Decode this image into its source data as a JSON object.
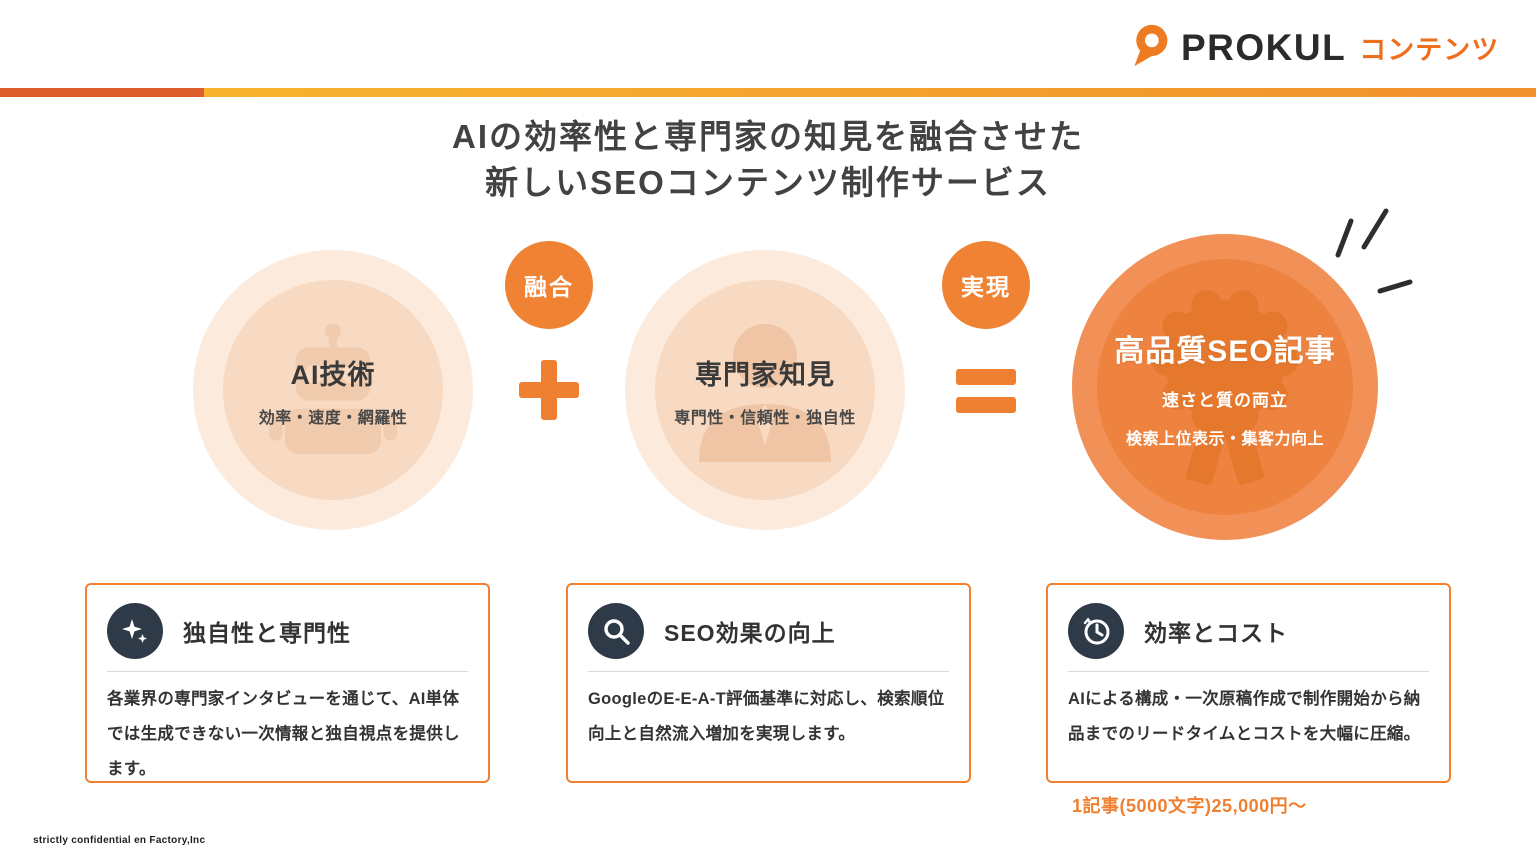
{
  "logo": {
    "brand": "PROKUL",
    "suffix": "コンテンツ"
  },
  "title": {
    "line1": "AIの効率性と専門家の知見を融合させた",
    "line2": "新しいSEOコンテンツ制作サービス"
  },
  "diagram": {
    "left_circle": {
      "title": "AI技術",
      "subtitle": "効率・速度・網羅性"
    },
    "fusion_badge": "融合",
    "middle_circle": {
      "title": "専門家知見",
      "subtitle": "専門性・信頼性・独自性"
    },
    "result_badge": "実現",
    "right_circle": {
      "title": "高品質SEO記事",
      "line1": "速さと質の両立",
      "line2": "検索上位表示・集客力向上"
    }
  },
  "cards": [
    {
      "title": "独自性と専門性",
      "body": "各業界の専門家インタビューを通じて、AI単体では生成できない一次情報と独自視点を提供します。"
    },
    {
      "title": "SEO効果の向上",
      "body": "GoogleのE-E-A-T評価基準に対応し、検索順位向上と自然流入増加を実現します。"
    },
    {
      "title": "効率とコスト",
      "body": "AIによる構成・一次原稿作成で制作開始から納品までのリードタイムとコストを大幅に圧縮。",
      "price": "1記事(5000文字)25,000円〜"
    }
  ],
  "footer": "strictly confidential en Factory,Inc",
  "colors": {
    "accent_orange": "#ef8032",
    "bar_left": "#de5e2d",
    "bar_gradient_start": "#f8b42f",
    "bar_gradient_end": "#f0902e",
    "dark_icon_bg": "#2e3a48",
    "bubble_light": "#fcebdd",
    "bubble_mid": "#f8dac2",
    "result_circle": "#ee8340"
  },
  "icons": {
    "logo-pin-icon": "map-pin",
    "ai-icon": "robot silhouette",
    "expert-icon": "person silhouette",
    "ribbon-icon": "award rosette",
    "plus-icon": "+",
    "equals-icon": "=",
    "sparkle-icon": "four-point star",
    "search-icon": "magnifier",
    "clock-icon": "clock",
    "emphasis-icon": "burst lines"
  }
}
